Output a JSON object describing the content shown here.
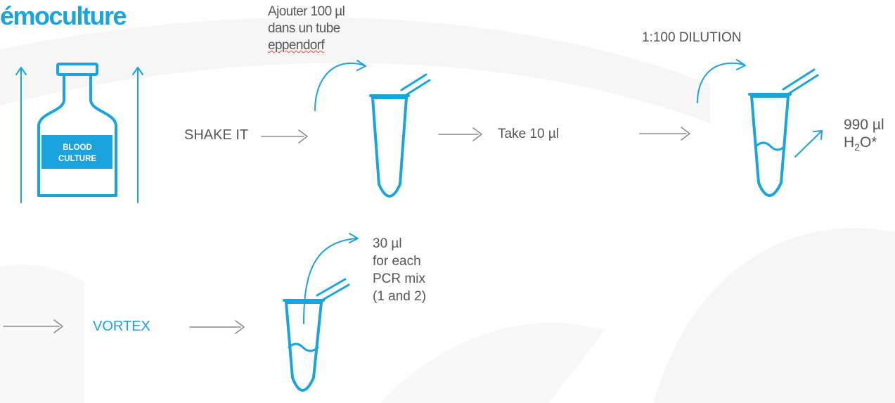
{
  "title": "émoculture",
  "bottle_label": {
    "line1": "BLOOD",
    "line2": "CULTURE"
  },
  "step_shake": "SHAKE IT",
  "step_add": {
    "line1": "Ajouter  100 µl",
    "line2": "dans un tube",
    "line3": "eppendorf"
  },
  "step_take": "Take 10 µl",
  "step_dilution": "1:100 DILUTION",
  "step_water": {
    "line1": "990 µl",
    "line2_prefix": "H",
    "line2_sub": "2",
    "line2_suffix": "O*"
  },
  "step_vortex": "VORTEX",
  "step_final": {
    "line1": "30 µl",
    "line2": "for  each",
    "line3": "PCR  mix",
    "line4": "(1 and 2)"
  },
  "colors": {
    "accent": "#1aa3dc",
    "text": "#555555",
    "arrow": "#8a8a8a",
    "spellcheck": "#e0463a"
  }
}
